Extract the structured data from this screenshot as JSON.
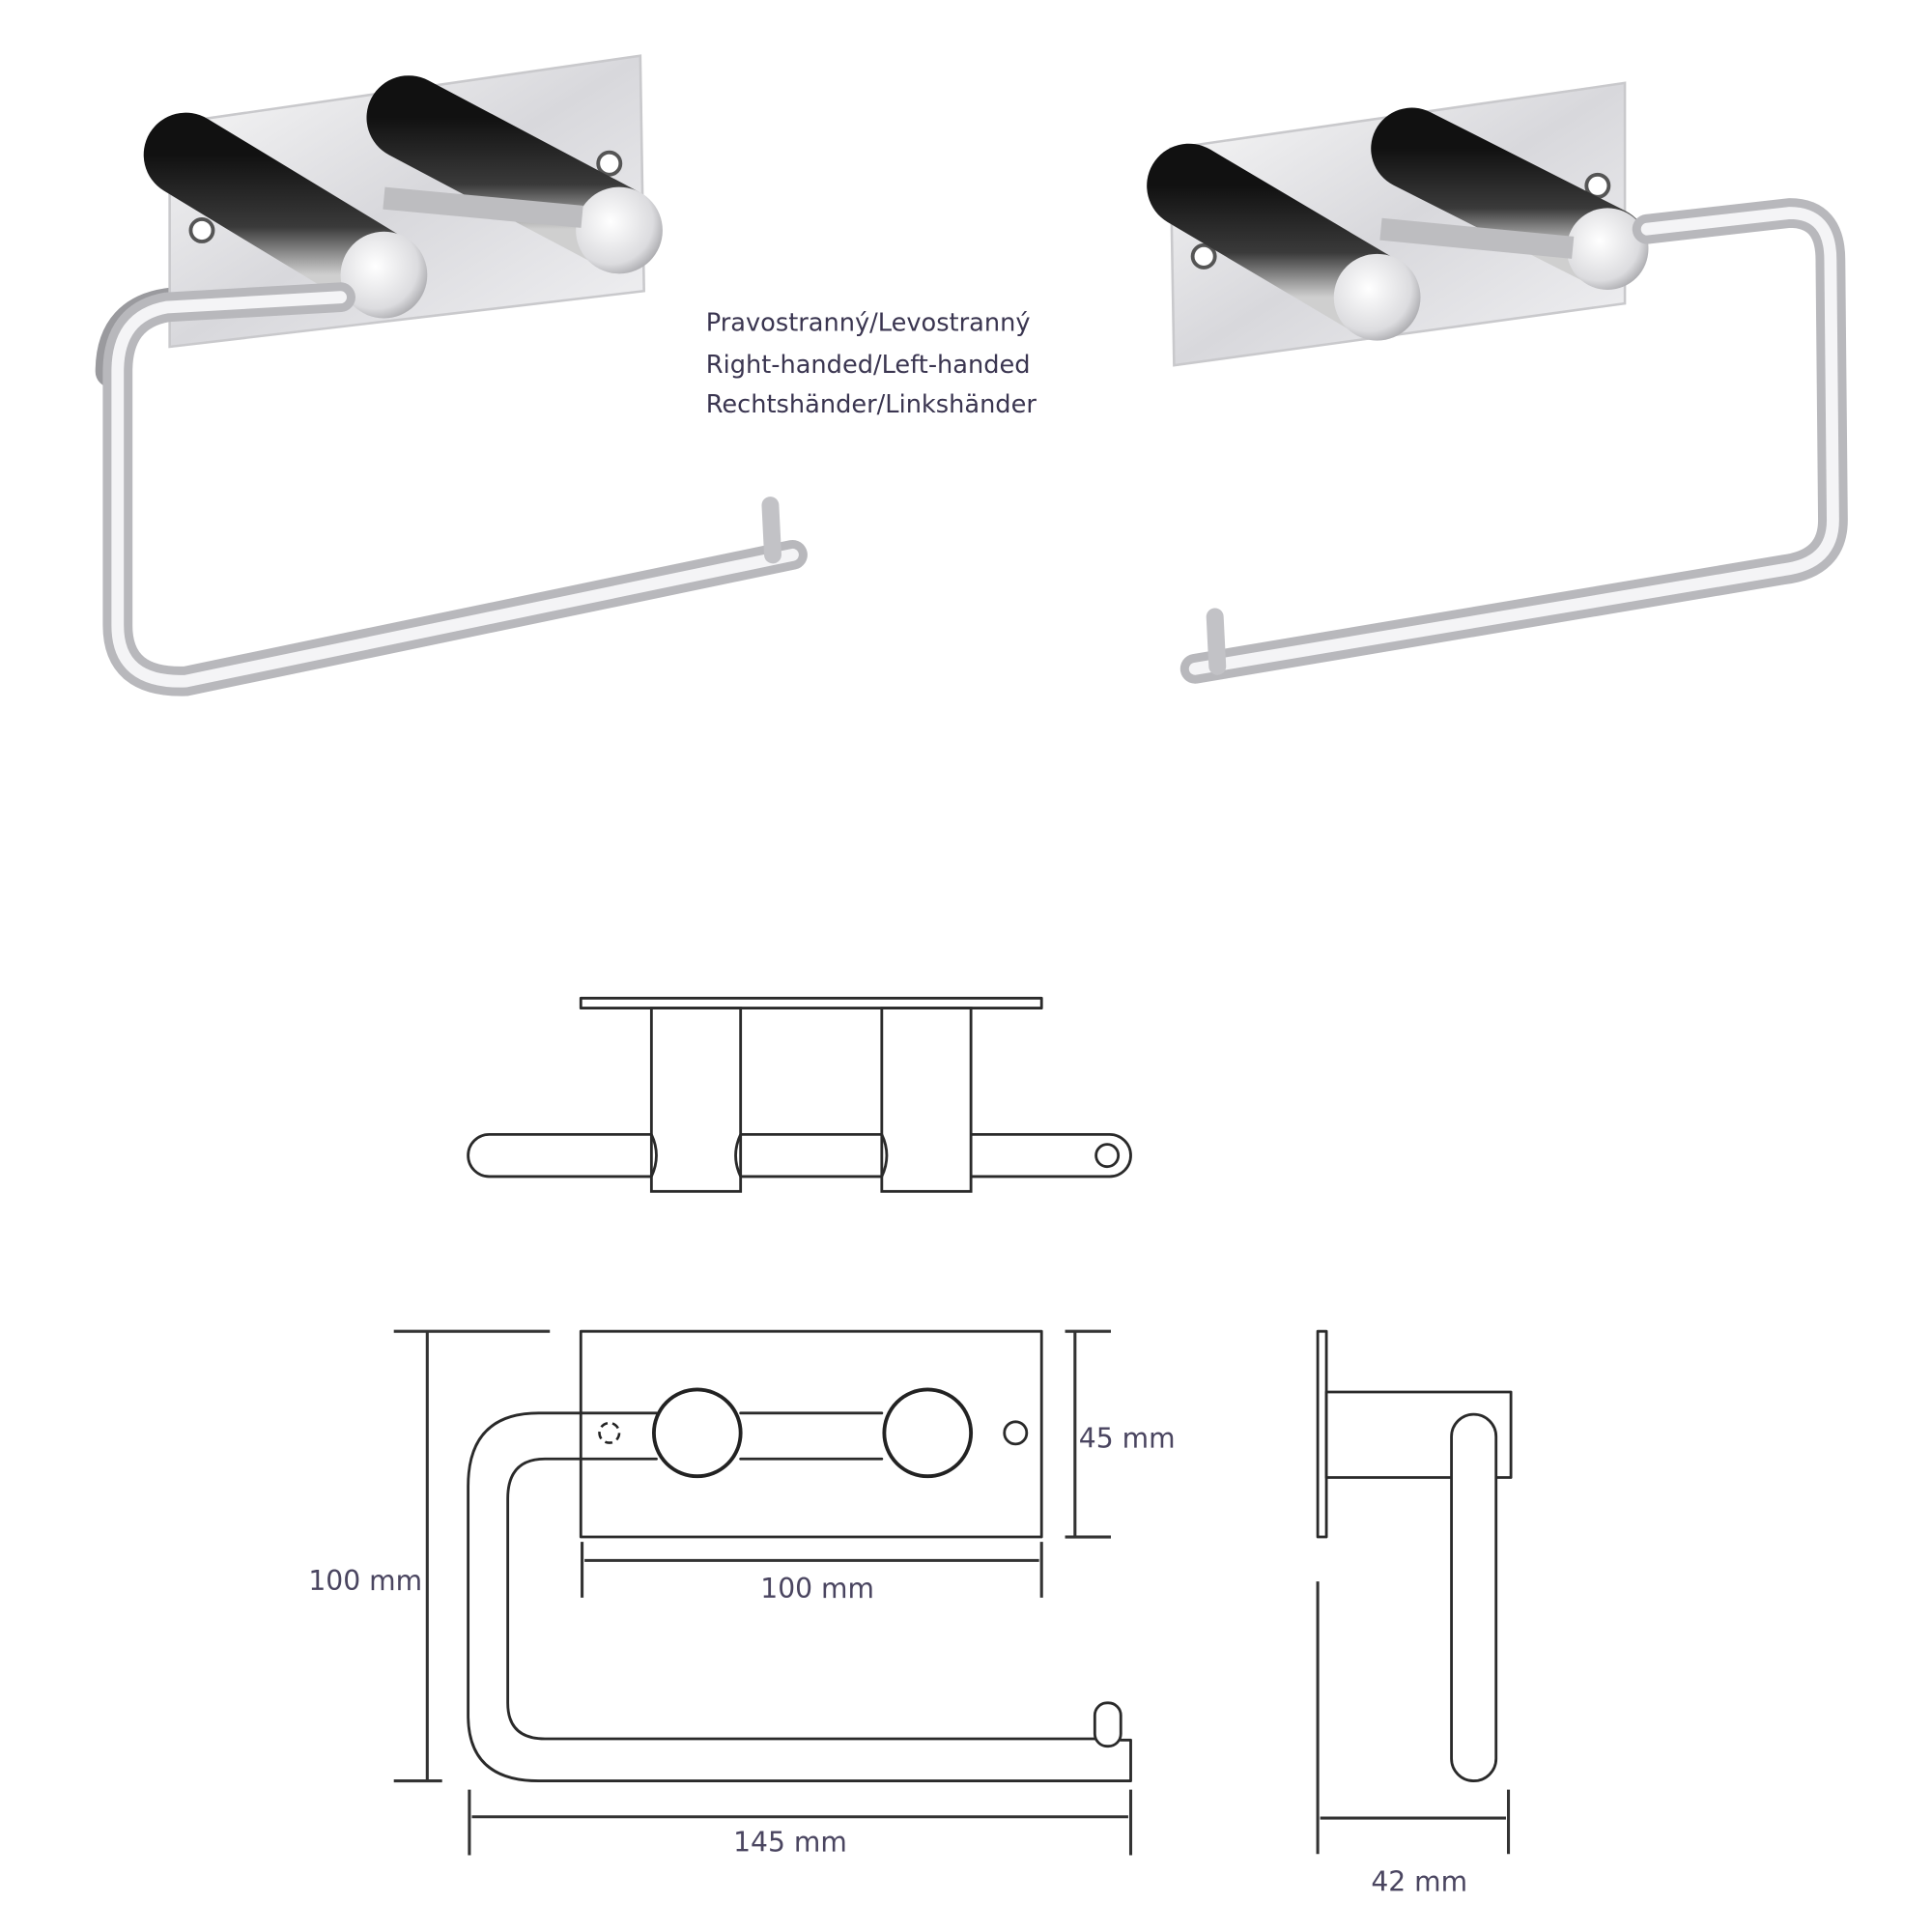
{
  "handedness_labels": [
    "Pravostranný/Levostranný",
    "Right-handed/Left-handed",
    "Rechtshänder/Linkshänder"
  ],
  "dimensions": {
    "height": "100 mm",
    "plate_height": "45 mm",
    "plate_width": "100 mm",
    "total_width": "145 mm",
    "depth": "42 mm"
  },
  "colors": {
    "text": "#3a3550",
    "line": "#2a2a2a",
    "chrome": "#e4e4e6"
  }
}
